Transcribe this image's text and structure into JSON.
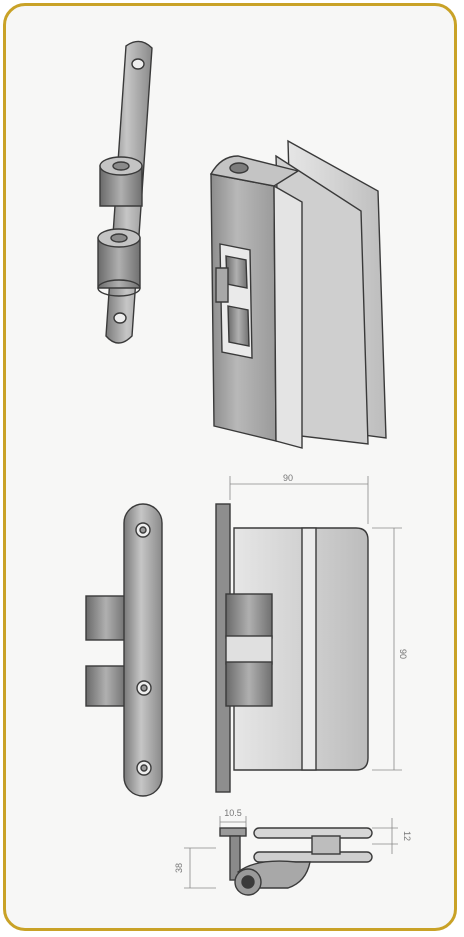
{
  "colors": {
    "frame_border": "#c9a227",
    "metal_light": "#c8c8c8",
    "metal_mid": "#9a9a9a",
    "metal_dark": "#6e6e6e",
    "glass": "#d9d9d9",
    "outline": "#3a3a3a",
    "dimension_line": "#888888"
  },
  "dimensions": {
    "top_width": "90",
    "height": "90",
    "bottom_offset": "10.5",
    "bottom_thickness": "12",
    "bottom_side": "38"
  }
}
